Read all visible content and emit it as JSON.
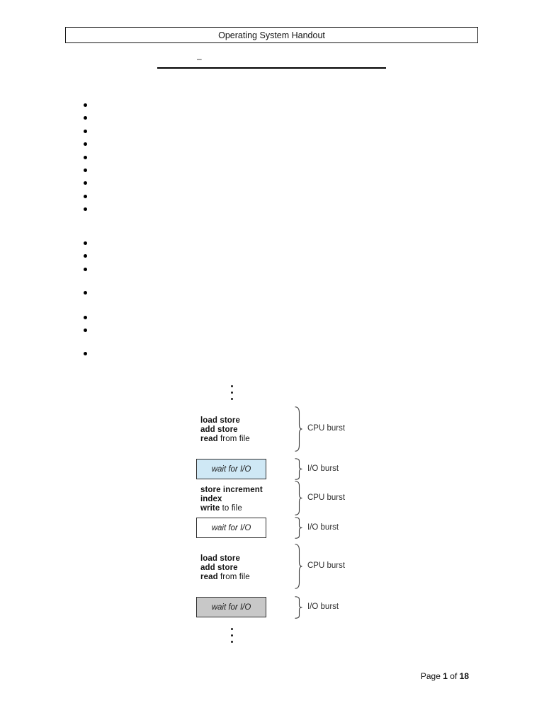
{
  "header": {
    "title": "Operating System Handout"
  },
  "heading": {
    "dash": "–"
  },
  "bullets": {
    "groups": [
      9,
      3,
      1,
      2,
      1
    ]
  },
  "diagram": {
    "ellipsis_dot_count": 3,
    "sections": [
      {
        "kind": "code",
        "lines": [
          [
            "load store",
            ""
          ],
          [
            "add store",
            ""
          ],
          [
            "read",
            " from file"
          ]
        ],
        "brace_label": "CPU burst",
        "fill": null
      },
      {
        "kind": "box",
        "label": "wait for I/O",
        "fill": "#cfe8f5",
        "brace_label": "I/O burst"
      },
      {
        "kind": "code",
        "lines": [
          [
            "store increment",
            ""
          ],
          [
            "index",
            ""
          ],
          [
            "write",
            " to file"
          ]
        ],
        "brace_label": "CPU burst",
        "fill": null
      },
      {
        "kind": "box",
        "label": "wait for I/O",
        "fill": "#ffffff",
        "brace_label": "I/O burst"
      },
      {
        "kind": "code",
        "lines": [
          [
            "load store",
            ""
          ],
          [
            "add store",
            ""
          ],
          [
            "read",
            " from file"
          ]
        ],
        "brace_label": "CPU burst",
        "fill": null
      },
      {
        "kind": "box",
        "label": "wait for I/O",
        "fill": "#c8c8c8",
        "brace_label": "I/O burst"
      }
    ]
  },
  "footer": {
    "page_word": "Page",
    "page_number": "1",
    "of_word": "of",
    "total_pages": "18"
  },
  "colors": {
    "io_wait_blue": "#cfe8f5",
    "io_wait_gray": "#c8c8c8",
    "text": "#111111"
  }
}
